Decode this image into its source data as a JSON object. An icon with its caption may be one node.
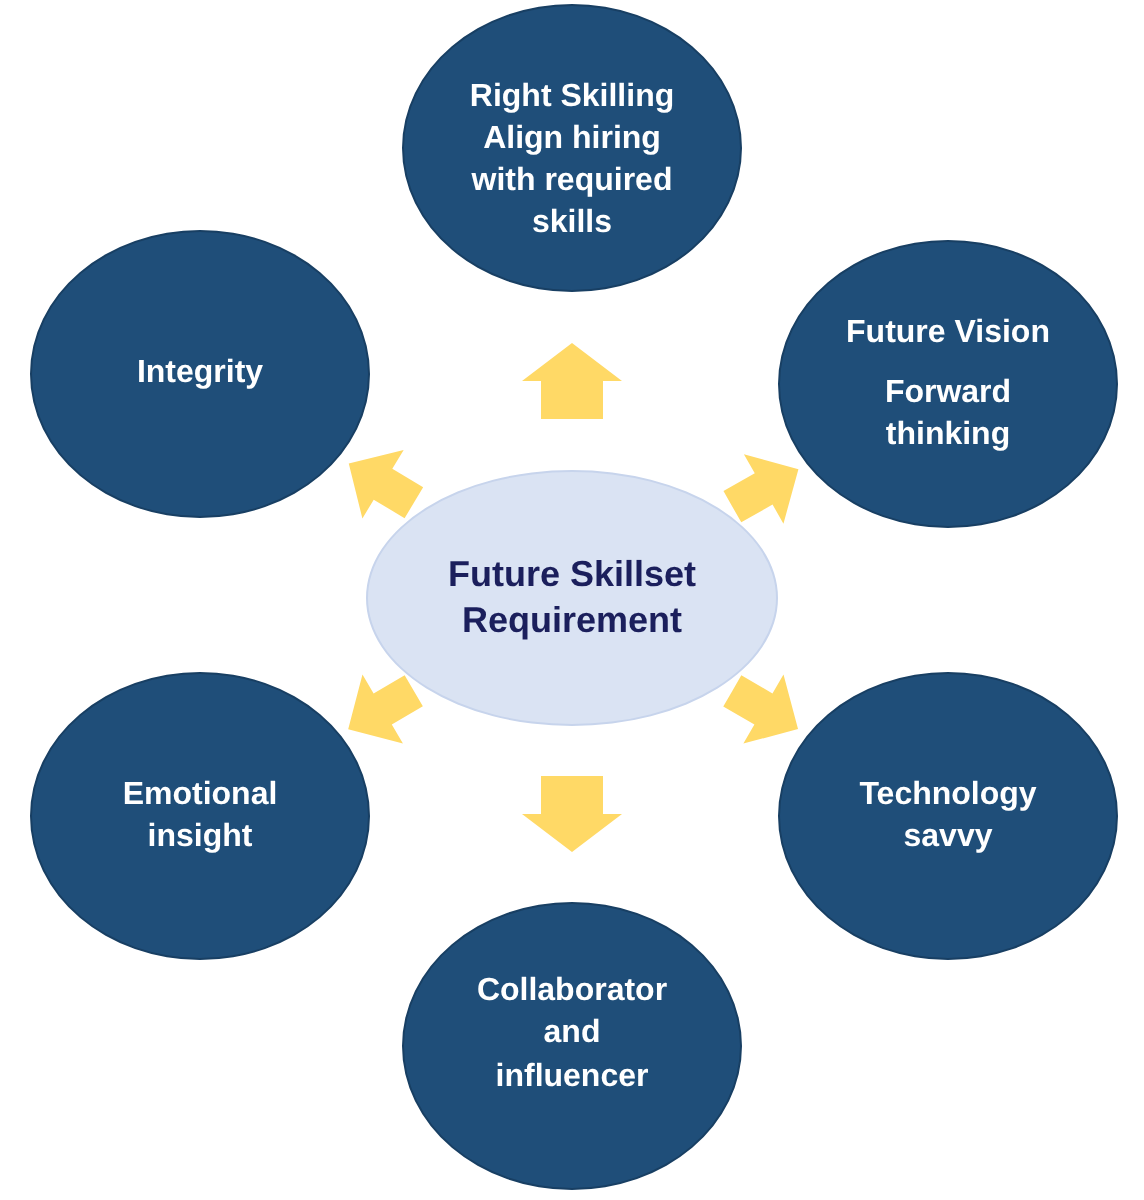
{
  "diagram": {
    "nodes": [
      {
        "text": [
          "Future Skillset Requirement"
        ]
      },
      {
        "text": [
          "Right Skilling",
          "Align hiring with required skills"
        ]
      },
      {
        "text": [
          "Future Vision",
          "Forward thinking"
        ]
      },
      {
        "text": [
          "Technology savvy"
        ]
      },
      {
        "text": [
          "Collaborator and influencer"
        ]
      },
      {
        "text": [
          "Emotional insight"
        ]
      },
      {
        "text": [
          "Integrity"
        ]
      }
    ],
    "edges": [
      {
        "from": 0,
        "to": 1,
        "arrow": "to"
      },
      {
        "from": 0,
        "to": 2,
        "arrow": "to"
      },
      {
        "from": 0,
        "to": 3,
        "arrow": "to"
      },
      {
        "from": 0,
        "to": 4,
        "arrow": "to"
      },
      {
        "from": 0,
        "to": 5,
        "arrow": "to"
      },
      {
        "from": 0,
        "to": 6,
        "arrow": "to"
      }
    ]
  }
}
